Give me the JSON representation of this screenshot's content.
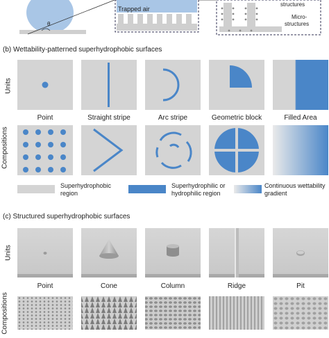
{
  "section_a": {
    "theta": "θ",
    "trapped_air": "Trapped air",
    "label_structures": "structures",
    "label_micro": "Micro-",
    "label_micro2": "structures"
  },
  "section_b": {
    "title": "(b) Wettability-patterned superhydrophobic surfaces",
    "row_units": "Units",
    "row_compositions": "Compositions",
    "unit_labels": [
      "Point",
      "Straight stripe",
      "Arc stripe",
      "Geometric block",
      "Filled Area"
    ],
    "legend": [
      {
        "text": "Superhydrophobic region"
      },
      {
        "text": "Superhydrophilic or hydrophilic region"
      },
      {
        "text": "Continuous wettability gradient"
      }
    ],
    "colors": {
      "tile": "#d4d4d4",
      "blue": "#4a86c8"
    }
  },
  "section_c": {
    "title": "(c) Structured superhydrophobic  surfaces",
    "row_units": "Units",
    "row_compositions": "Compositions",
    "unit_labels": [
      "Point",
      "Cone",
      "Column",
      "Ridge",
      "Pit"
    ]
  }
}
